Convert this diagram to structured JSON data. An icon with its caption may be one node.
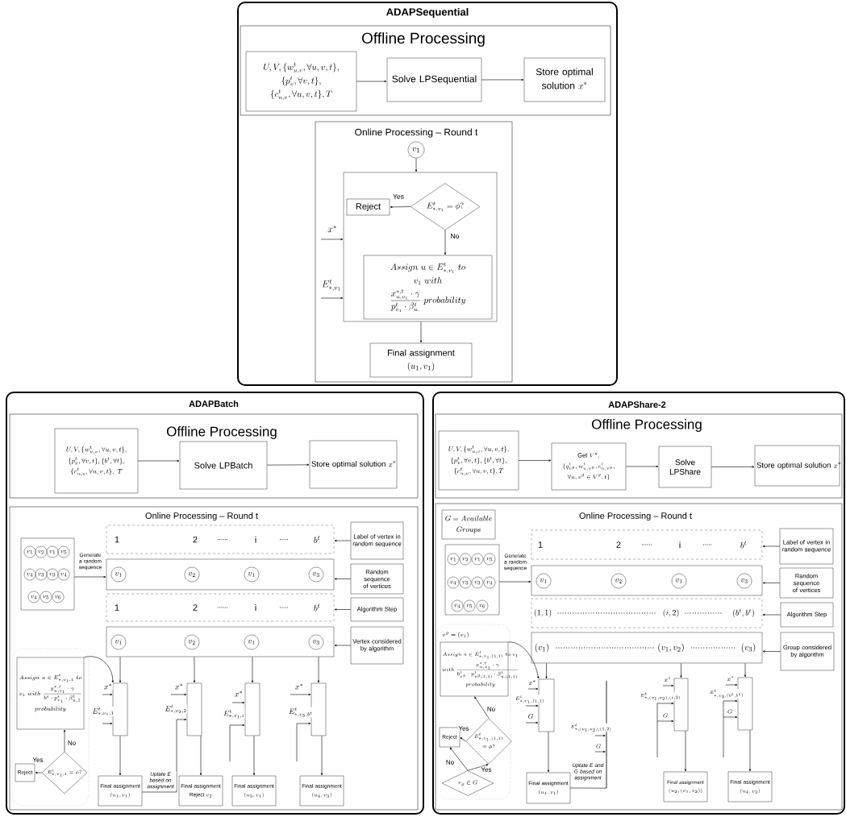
{
  "diagram": {
    "nodes": [
      {
        "text": [
          "ADAPSequential"
        ]
      },
      {
        "text": [
          "Offline Processing"
        ],
        "in": 0
      },
      {
        "text": [
          "\\begin{gathered}U,V,\\{w^t_{u,v},\\forall u,v,t\\},\\\\ \\{p^t_v,\\forall v,t\\},\\\\ \\{c^t_{u,v},\\forall u,v,t\\},T\\end{gathered}"
        ],
        "in": 1
      },
      {
        "text": [
          "Solve LPSequential"
        ],
        "in": 1
      },
      {
        "text": [
          "\\begin{gathered}\\text{Store optimal}\\\\ \\text{solution }x^{*}\\end{gathered}"
        ],
        "in": 1
      },
      {
        "text": [
          "Online Processing – Round t"
        ],
        "in": 0
      },
      {
        "text": [
          "v_1"
        ],
        "in": 5
      },
      {
        "text": [],
        "shape": "box",
        "in": 5
      },
      {
        "text": [
          "Reject"
        ],
        "in": 7
      },
      {
        "text": [
          "E^t_{*,v_1}=\\phi?"
        ],
        "in": 7
      },
      {
        "text": [
          "\\begin{gathered}Assign\\ u\\in E^t_{*,v_1}\\ to\\\\ v_1\\ with\\\\ \\frac{x^{*,t}_{u,v_1}\\cdot\\gamma}{p^t_{v_1}\\cdot\\beta^t_{u.}}\\ probability\\end{gathered}"
        ],
        "in": 7
      },
      {
        "text": [
          "\\begin{gathered}\\text{Final assignment}\\\\(u_1,v_1)\\end{gathered}"
        ],
        "in": 5
      },
      {
        "text": [
          "ADAPBatch"
        ]
      },
      {
        "text": [
          "Offline Processing"
        ],
        "in": 12
      },
      {
        "text": [
          "\\begin{gathered}U,V,\\{w^t_{u,v},\\forall u,v,t\\},\\\\ \\{p^t_v,\\forall v,t\\},\\{b^t,\\forall t\\},\\\\ \\{c^t_{u,v},\\forall u,v,t\\},\\ T\\end{gathered}"
        ],
        "in": 13
      },
      {
        "text": [
          "Solve LPBatch"
        ],
        "in": 13
      },
      {
        "text": [
          "\\text{Store optimal solution }x^{*}"
        ],
        "in": 13
      },
      {
        "text": [
          "Online Processing – Round t"
        ],
        "in": 12
      },
      {
        "text": [],
        "shape": "box",
        "in": 17
      },
      {
        "text": [
          "v_1"
        ],
        "in": 18
      },
      {
        "text": [
          "v_2"
        ],
        "in": 18
      },
      {
        "text": [
          "v_1"
        ],
        "in": 18
      },
      {
        "text": [
          "v_5"
        ],
        "in": 18
      },
      {
        "text": [
          "v_4"
        ],
        "in": 18
      },
      {
        "text": [
          "v_3"
        ],
        "in": 18
      },
      {
        "text": [
          "v_3"
        ],
        "in": 18
      },
      {
        "text": [
          "v_4"
        ],
        "in": 18
      },
      {
        "text": [
          "v_4"
        ],
        "in": 18
      },
      {
        "text": [
          "v_5"
        ],
        "in": 18
      },
      {
        "text": [
          "v_6"
        ],
        "in": 18
      },
      {
        "text": [
          "1",
          "2",
          "......",
          "i",
          ".....",
          "b^t"
        ],
        "in": 17
      },
      {
        "text": [],
        "shape": "box",
        "in": 17
      },
      {
        "text": [
          "v_1"
        ],
        "in": 31
      },
      {
        "text": [
          "v_2"
        ],
        "in": 31
      },
      {
        "text": [
          "v_1"
        ],
        "in": 31
      },
      {
        "text": [
          "v_3"
        ],
        "in": 31
      },
      {
        "text": [
          "1",
          "2",
          "......",
          "i",
          ".....",
          "b^t"
        ],
        "in": 17
      },
      {
        "text": [],
        "shape": "box",
        "in": 17
      },
      {
        "text": [
          "v_1"
        ],
        "in": 37
      },
      {
        "text": [
          "v_2"
        ],
        "in": 37
      },
      {
        "text": [
          "v_1"
        ],
        "in": 37
      },
      {
        "text": [
          "v_3"
        ],
        "in": 37
      },
      {
        "text": [
          "Label of vertex in random sequence"
        ],
        "in": 17
      },
      {
        "text": [
          "Random sequence of vertices"
        ],
        "in": 17
      },
      {
        "text": [
          "Algorithm Step"
        ],
        "in": 17
      },
      {
        "text": [
          "Vertex considered by algorithm"
        ],
        "in": 17
      },
      {
        "text": [],
        "shape": "box",
        "in": 17
      },
      {
        "text": [
          "\\begin{gathered}Assign\\ u\\in E^t_{*,v_1,1}\\ to\\\\ v_1\\ with\\ \\frac{x^{*,t}_{u,v_1}\\cdot\\gamma}{b^t\\cdot p^t_{v_1}\\cdot\\beta^t_{u,1}}\\\\ probability\\end{gathered}"
        ],
        "in": 46
      },
      {
        "text": [
          "Reject"
        ],
        "in": 46
      },
      {
        "text": [
          "E^t_{*,v_1,1}=\\phi?"
        ],
        "in": 46
      },
      {
        "text": [],
        "shape": "box",
        "in": 17
      },
      {
        "text": [],
        "shape": "box",
        "in": 17
      },
      {
        "text": [],
        "shape": "box",
        "in": 17
      },
      {
        "text": [],
        "shape": "box",
        "in": 17
      },
      {
        "text": [
          "\\begin{gathered}\\text{Final assignment}\\\\(u_1,v_1)\\end{gathered}"
        ],
        "in": 17
      },
      {
        "text": [
          "\\begin{gathered}\\text{Final assignment}\\\\ \\text{Reject }v_2\\end{gathered}"
        ],
        "in": 17
      },
      {
        "text": [
          "\\begin{gathered}\\text{Final assignment}\\\\(u_3,v_1)\\end{gathered}"
        ],
        "in": 17
      },
      {
        "text": [
          "\\begin{gathered}\\text{Final assignment}\\\\(u_4,v_3)\\end{gathered}"
        ],
        "in": 17
      },
      {
        "text": [
          "ADAPShare-2"
        ]
      },
      {
        "text": [
          "Offline Processing"
        ],
        "in": 58
      },
      {
        "text": [
          "\\begin{gathered}U,V,\\{w^t_{u,v},\\forall u,v,t\\},\\\\ \\{p^t_v,\\forall v,t\\},\\{b^t,\\forall t\\},\\\\ \\{c^t_{u,v},\\forall u,v,t\\},T\\end{gathered}"
        ],
        "in": 59
      },
      {
        "text": [
          "\\begin{gathered}\\text{Get }V^g,\\\\ \\{q^t_{v^g},w^t_{u,v^g},c^t_{u,v^g},\\\\ \\forall u,v^g\\in V^g,t\\}\\end{gathered}"
        ],
        "in": 59
      },
      {
        "text": [
          "Solve LPShare"
        ],
        "in": 59
      },
      {
        "text": [
          "\\text{Store optimal solution }x^{*}"
        ],
        "in": 59
      },
      {
        "text": [
          "Online Processing – Round t"
        ],
        "in": 58
      },
      {
        "text": [
          "\\begin{gathered}G=Available\\\\ Groups\\end{gathered}"
        ],
        "in": 64
      },
      {
        "text": [],
        "shape": "box",
        "in": 64
      },
      {
        "text": [
          "v_1"
        ],
        "in": 66
      },
      {
        "text": [
          "v_2"
        ],
        "in": 66
      },
      {
        "text": [
          "v_1"
        ],
        "in": 66
      },
      {
        "text": [
          "v_5"
        ],
        "in": 66
      },
      {
        "text": [
          "v_4"
        ],
        "in": 66
      },
      {
        "text": [
          "v_3"
        ],
        "in": 66
      },
      {
        "text": [
          "v_3"
        ],
        "in": 66
      },
      {
        "text": [
          "v_4"
        ],
        "in": 66
      },
      {
        "text": [
          "v_4"
        ],
        "in": 66
      },
      {
        "text": [
          "v_5"
        ],
        "in": 66
      },
      {
        "text": [
          "v_6"
        ],
        "in": 66
      },
      {
        "text": [
          "1",
          "2",
          "......",
          "i",
          ".....",
          "b^t"
        ],
        "in": 64
      },
      {
        "text": [],
        "shape": "box",
        "in": 64
      },
      {
        "text": [
          "v_1"
        ],
        "in": 79
      },
      {
        "text": [
          "v_2"
        ],
        "in": 79
      },
      {
        "text": [
          "v_1"
        ],
        "in": 79
      },
      {
        "text": [
          "v_3"
        ],
        "in": 79
      },
      {
        "text": [
          "(1,1)",
          "…………………………………",
          "(i,2)",
          "……………",
          "(b^t,b^t)"
        ],
        "in": 64
      },
      {
        "text": [
          "(v_1)",
          "…………………………………",
          "(v_1,v_2)",
          "………………",
          "(v_3)"
        ],
        "in": 64
      },
      {
        "text": [
          "Label of vertex in random sequence"
        ],
        "in": 64
      },
      {
        "text": [
          "Random sequence of vertices"
        ],
        "in": 64
      },
      {
        "text": [
          "Algorithm Step"
        ],
        "in": 64
      },
      {
        "text": [
          "Group considered by algorithm"
        ],
        "in": 64
      },
      {
        "text": [
          "v^g=(v_1)"
        ],
        "in": 64
      },
      {
        "text": [
          "\\begin{gathered}Assign\\ u\\in E^t_{*,v_1,(1,1)}\\ to\\ v_1\\\\ with\\ \\frac{x^{*,t}_{u,v_1}\\cdot\\gamma}{b^t_{v^g}\\cdot p^t_{v^g(1,1)}\\cdot\\beta^t_{u,(1,1)}}\\\\ probability\\end{gathered}"
        ],
        "in": 90
      },
      {
        "text": [
          "Reject"
        ],
        "in": 90
      },
      {
        "text": [
          "\\begin{gathered}E^t_{*,v_1,(1,1)}\\\\ =\\phi?\\end{gathered}"
        ],
        "in": 90
      },
      {
        "text": [
          "v_g\\in G"
        ],
        "in": 90
      },
      {
        "text": [],
        "shape": "box",
        "in": 64
      },
      {
        "text": [],
        "shape": "box",
        "in": 64
      },
      {
        "text": [],
        "shape": "box",
        "in": 64
      },
      {
        "text": [],
        "shape": "bar",
        "in": 64
      },
      {
        "text": [
          "\\begin{gathered}\\text{Final assignment}\\\\(u_1,v_1)\\end{gathered}"
        ],
        "in": 64
      },
      {
        "text": [
          "\\begin{gathered}\\text{Final assignment}\\\\(u_2,(v_1,v_2))\\end{gathered}"
        ],
        "in": 64
      },
      {
        "text": [
          "\\begin{gathered}\\text{Final assignment}\\\\(u_4,v_3)\\end{gathered}"
        ],
        "in": 64
      }
    ],
    "edges": [
      {
        "from": 2,
        "to": 3,
        "arrow": "to"
      },
      {
        "from": 3,
        "to": 4,
        "arrow": "to"
      },
      {
        "from": 6,
        "to": 7,
        "arrow": "to"
      },
      {
        "from": 9,
        "to": 8,
        "arrow": "to",
        "label": "Yes"
      },
      {
        "from": 9,
        "to": 10,
        "arrow": "to",
        "label": "No"
      },
      {
        "from": 7,
        "to": 11,
        "arrow": "to"
      },
      {
        "from": null,
        "to": 7,
        "arrow": "to",
        "label": "x^{*}"
      },
      {
        "from": null,
        "to": 7,
        "arrow": "to",
        "label": "E^t_{*,v_1}"
      },
      {
        "from": 14,
        "to": 15,
        "arrow": "to"
      },
      {
        "from": 15,
        "to": 16,
        "arrow": "to"
      },
      {
        "from": 18,
        "to": 31,
        "arrow": "to",
        "label": "Generate a random sequence"
      },
      {
        "from": 42,
        "to": 30,
        "arrow": "to"
      },
      {
        "from": 43,
        "to": 31,
        "arrow": "to"
      },
      {
        "from": 44,
        "to": 36,
        "arrow": "to"
      },
      {
        "from": 45,
        "to": 37,
        "arrow": "to"
      },
      {
        "from": 49,
        "to": 48,
        "arrow": "to",
        "label": "Yes"
      },
      {
        "from": 49,
        "to": 47,
        "arrow": "to",
        "label": "No"
      },
      {
        "from": 47,
        "to": 50,
        "arrow": "to"
      },
      {
        "from": 37,
        "to": 50,
        "arrow": "to"
      },
      {
        "from": 37,
        "to": 51,
        "arrow": "to"
      },
      {
        "from": 37,
        "to": 52,
        "arrow": "to"
      },
      {
        "from": 37,
        "to": 53,
        "arrow": "to"
      },
      {
        "from": null,
        "to": 50,
        "arrow": "to",
        "label": "x^{*}"
      },
      {
        "from": null,
        "to": 50,
        "arrow": "to",
        "label": "E^t_{*,v_1,1}"
      },
      {
        "from": null,
        "to": 51,
        "arrow": "to",
        "label": "x^{*}"
      },
      {
        "from": 54,
        "to": 51,
        "arrow": "to",
        "label": "Uptate E based on assignment"
      },
      {
        "from": null,
        "to": 52,
        "arrow": "to",
        "label": "x^{*}"
      },
      {
        "from": null,
        "to": 52,
        "arrow": "to",
        "label": "E^t_{*,v_1,i}"
      },
      {
        "from": null,
        "to": 53,
        "arrow": "to",
        "label": "x^{*}"
      },
      {
        "from": null,
        "to": 53,
        "arrow": "to",
        "label": "E^t_{*,v_3,b^t}"
      },
      {
        "from": 50,
        "to": 54,
        "arrow": "to"
      },
      {
        "from": 51,
        "to": 55,
        "arrow": "to"
      },
      {
        "from": 52,
        "to": 56,
        "arrow": "to"
      },
      {
        "from": 53,
        "to": 57,
        "arrow": "to"
      },
      {
        "from": 60,
        "to": 61,
        "arrow": "to"
      },
      {
        "from": 61,
        "to": 62,
        "arrow": "to"
      },
      {
        "from": 62,
        "to": 63,
        "arrow": "to"
      },
      {
        "from": 66,
        "to": 79,
        "arrow": "to",
        "label": "Generate a random sequence"
      },
      {
        "from": 86,
        "to": 78,
        "arrow": "to"
      },
      {
        "from": 87,
        "to": 79,
        "arrow": "to"
      },
      {
        "from": 88,
        "to": 84,
        "arrow": "to"
      },
      {
        "from": 89,
        "to": 85,
        "arrow": "to"
      },
      {
        "from": 94,
        "to": 92,
        "arrow": "to",
        "label": "No"
      },
      {
        "from": 94,
        "to": 93,
        "arrow": "to",
        "label": "Yes"
      },
      {
        "from": 93,
        "to": 92,
        "arrow": "to",
        "label": "Yes"
      },
      {
        "from": 93,
        "to": 91,
        "arrow": "to",
        "label": "No"
      },
      {
        "from": 91,
        "to": 95,
        "arrow": "to"
      },
      {
        "from": 85,
        "to": 95,
        "arrow": "to"
      },
      {
        "from": 85,
        "to": 96,
        "arrow": "to"
      },
      {
        "from": 85,
        "to": 97,
        "arrow": "to"
      },
      {
        "from": null,
        "to": 95,
        "arrow": "to",
        "label": "x^{*}"
      },
      {
        "from": null,
        "to": 95,
        "arrow": "to",
        "label": "E^t_{*,v_1,(1,1)}"
      },
      {
        "from": null,
        "to": 95,
        "arrow": "to",
        "label": "G"
      },
      {
        "from": 99,
        "to": 98,
        "arrow": "none",
        "label": "Uptate E and G based on assignment"
      },
      {
        "from": null,
        "to": 98,
        "arrow": "to",
        "label": "E^t_{*,(v_1,v_2),(1,2)}"
      },
      {
        "from": null,
        "to": 98,
        "arrow": "to",
        "label": "G"
      },
      {
        "from": null,
        "to": 96,
        "arrow": "to",
        "label": "x^{*}"
      },
      {
        "from": null,
        "to": 96,
        "arrow": "to",
        "label": "E^t_{*,(v_1,v_2),(i,2)}"
      },
      {
        "from": null,
        "to": 96,
        "arrow": "to",
        "label": "G"
      },
      {
        "from": null,
        "to": 97,
        "arrow": "to",
        "label": "x^{*}"
      },
      {
        "from": null,
        "to": 97,
        "arrow": "to",
        "label": "E^t_{*,v_3,(b^t,b^t)}"
      },
      {
        "from": null,
        "to": 97,
        "arrow": "to",
        "label": "G"
      },
      {
        "from": 95,
        "to": 99,
        "arrow": "to"
      },
      {
        "from": 96,
        "to": 100,
        "arrow": "to"
      },
      {
        "from": 97,
        "to": 101,
        "arrow": "to"
      }
    ],
    "labels": [
      "E^t_{*,v_2,2}"
    ]
  }
}
